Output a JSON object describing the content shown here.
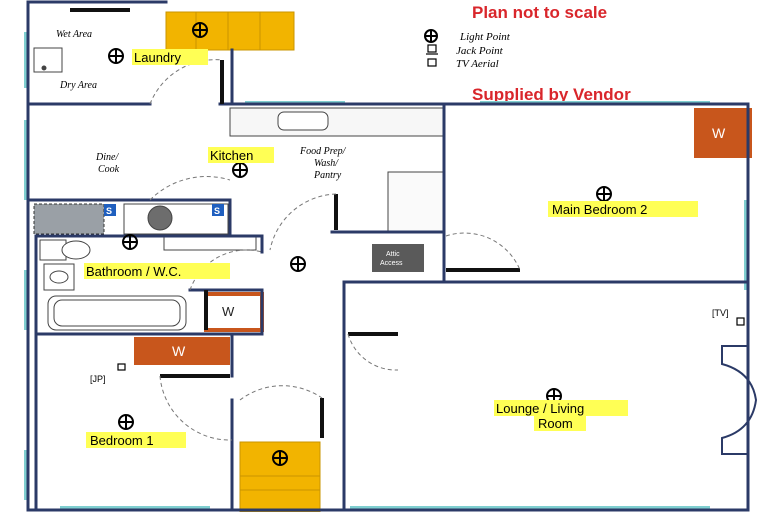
{
  "header": {
    "title": "Plan not to scale",
    "vendor_note": "Supplied by Vendor"
  },
  "legend": {
    "light_point": "Light Point",
    "jack_point": "Jack Point",
    "tv_aerial": "TV Aerial"
  },
  "rooms": {
    "wet_area": "Wet Area",
    "laundry": "Laundry",
    "dry_area": "Dry Area",
    "dine_cook_1": "Dine/",
    "dine_cook_2": "Cook",
    "kitchen": "Kitchen",
    "food_prep_1": "Food Prep/",
    "food_prep_2": "Wash/",
    "food_prep_3": "Pantry",
    "main_bedroom_2": "Main Bedroom 2",
    "attic_1": "Attic",
    "attic_2": "Access",
    "bathroom": "Bathroom / W.C.",
    "bedroom_1": "Bedroom 1",
    "lounge_1": "Lounge / Living",
    "lounge_2": "Room"
  },
  "markers": {
    "wardrobe": "W",
    "sink_s": "S",
    "tv": "[TV]",
    "jp": "[JP]"
  },
  "colors": {
    "wall": "#2b3a67",
    "accent_text": "#d9262b",
    "highlight": "#ffff55",
    "wardrobe": "#c8561c",
    "stairs": "#f2b400",
    "window": "#7fcfd0",
    "attic": "#5a5a5a"
  }
}
